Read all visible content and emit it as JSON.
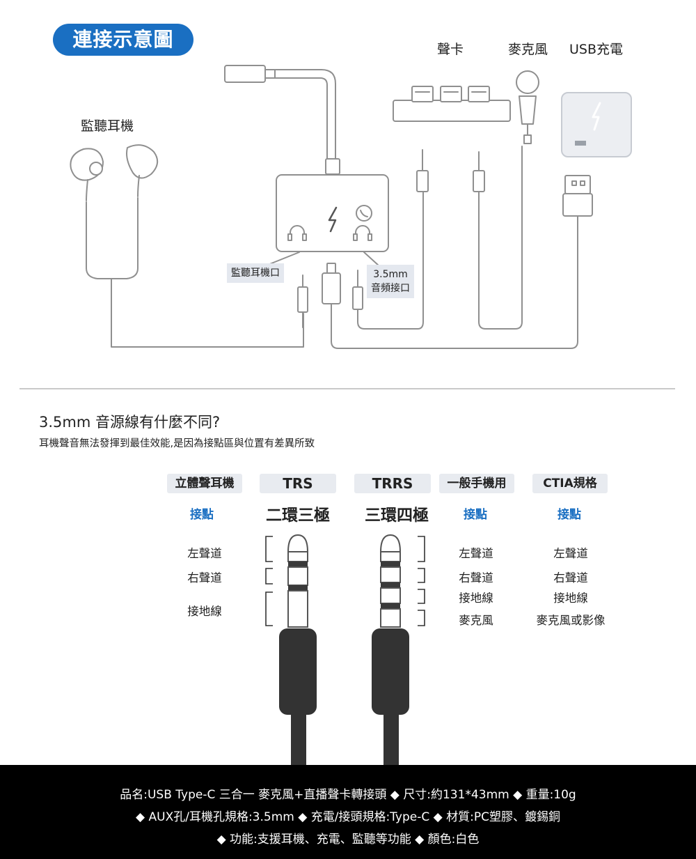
{
  "title": "連接示意圖",
  "labels": {
    "sound_card": "聲卡",
    "microphone": "麥克風",
    "usb_charge": "USB充電",
    "monitor_earphones": "監聽耳機",
    "monitor_port": "監聽耳機口",
    "audio_port_line1": "3.5mm",
    "audio_port_line2": "音頻接口"
  },
  "section2": {
    "heading": "3.5mm 音源線有什麼不同?",
    "subheading": "耳機聲音無法發揮到最佳效能,是因為接點區與位置有差異所致"
  },
  "columns": {
    "stereo": {
      "header": "立體聲耳機",
      "sub": "接點",
      "rows": [
        "左聲道",
        "右聲道",
        "接地線"
      ]
    },
    "trs": {
      "header": "TRS",
      "sub": "二環三極"
    },
    "trrs": {
      "header": "TRRS",
      "sub": "三環四極"
    },
    "general": {
      "header": "一般手機用",
      "sub": "接點",
      "rows": [
        "左聲道",
        "右聲道",
        "接地線",
        "麥克風"
      ]
    },
    "ctia": {
      "header": "CTIA規格",
      "sub": "接點",
      "rows": [
        "左聲道",
        "右聲道",
        "接地線",
        "麥克風或影像"
      ]
    }
  },
  "footer": {
    "line1": "品名:USB Type-C 三合一 麥克風+直播聲卡轉接頭 ◆ 尺寸:約131*43mm ◆ 重量:10g",
    "line2": "◆ AUX孔/耳機孔規格:3.5mm ◆ 充電/接頭規格:Type-C ◆ 材質:PC塑膠、鍍錫銅",
    "line3": "◆ 功能:支援耳機、充電、監聽等功能 ◆ 顏色:白色"
  },
  "colors": {
    "accent": "#1a6fc2",
    "line": "#8f8f8f",
    "tag_bg": "#e4e8ef",
    "footer_bg": "#000000"
  }
}
